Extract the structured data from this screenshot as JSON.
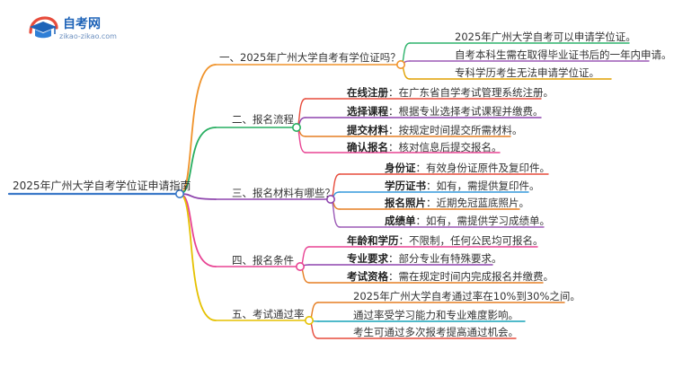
{
  "brand": {
    "name": "自考网",
    "domain": "zikao-zikao.com",
    "icon": "graduation-cap-icon"
  },
  "mindmap": {
    "root": "2025年广州大学自考学位证申请指南",
    "branches": [
      {
        "id": "b1",
        "label": "一、2025年广州大学自考有学位证吗？",
        "color": "#f0932b",
        "items": [
          {
            "text": "2025年广州大学自考可以申请学位证。",
            "color": "#2db36b"
          },
          {
            "text": "自考本科生需在取得毕业证书后的一年内申请。",
            "color": "#9b59b6"
          },
          {
            "text": "专科学历考生无法申请学位证。",
            "color": "#e0a100"
          }
        ]
      },
      {
        "id": "b2",
        "label": "二、报名流程",
        "color": "#27ae60",
        "items": [
          {
            "key": "在线注册",
            "sep": "：",
            "text": "在广东省自学考试管理系统注册。",
            "color": "#e74c3c"
          },
          {
            "key": "选择课程",
            "sep": "：",
            "text": "根据专业选择考试课程并缴费。",
            "color": "#8e44ad"
          },
          {
            "key": "提交材料",
            "sep": "：",
            "text": "按规定时间提交所需材料。",
            "color": "#e67e22"
          },
          {
            "key": "确认报名",
            "sep": "：",
            "text": "核对信息后提交报名。",
            "color": "#e84393"
          }
        ]
      },
      {
        "id": "b3",
        "label": "三、报名材料有哪些？",
        "color": "#8e44ad",
        "items": [
          {
            "key": "身份证",
            "sep": "：",
            "text": "有效身份证原件及复印件。",
            "color": "#e74c3c"
          },
          {
            "key": "学历证书",
            "sep": "：",
            "text": "如有，需提供复印件。",
            "color": "#3498db"
          },
          {
            "key": "报名照片",
            "sep": "：",
            "text": "近期免冠蓝底照片。",
            "color": "#e67e22"
          },
          {
            "key": "成绩单",
            "sep": "：",
            "text": "如有，需提供学习成绩单。",
            "color": "#9b59b6"
          }
        ]
      },
      {
        "id": "b4",
        "label": "四、报名条件",
        "color": "#e84393",
        "items": [
          {
            "key": "年龄和学历",
            "sep": "：",
            "text": "不限制，任何公民均可报名。",
            "color": "#e84393"
          },
          {
            "key": "专业要求",
            "sep": "：",
            "text": "部分专业有特殊要求。",
            "color": "#8e44ad"
          },
          {
            "key": "考试资格",
            "sep": "：",
            "text": "需在规定时间内完成报名并缴费。",
            "color": "#e67e22"
          }
        ]
      },
      {
        "id": "b5",
        "label": "五、考试通过率",
        "color": "#e5c100",
        "items": [
          {
            "text": "2025年广州大学自考通过率在10%到30%之间。",
            "color": "#e67e22"
          },
          {
            "text": "通过率受学习能力和专业难度影响。",
            "color": "#16a3b8"
          },
          {
            "text": "考生可通过多次报考提高通过机会。",
            "color": "#e74c3c"
          }
        ]
      }
    ]
  }
}
